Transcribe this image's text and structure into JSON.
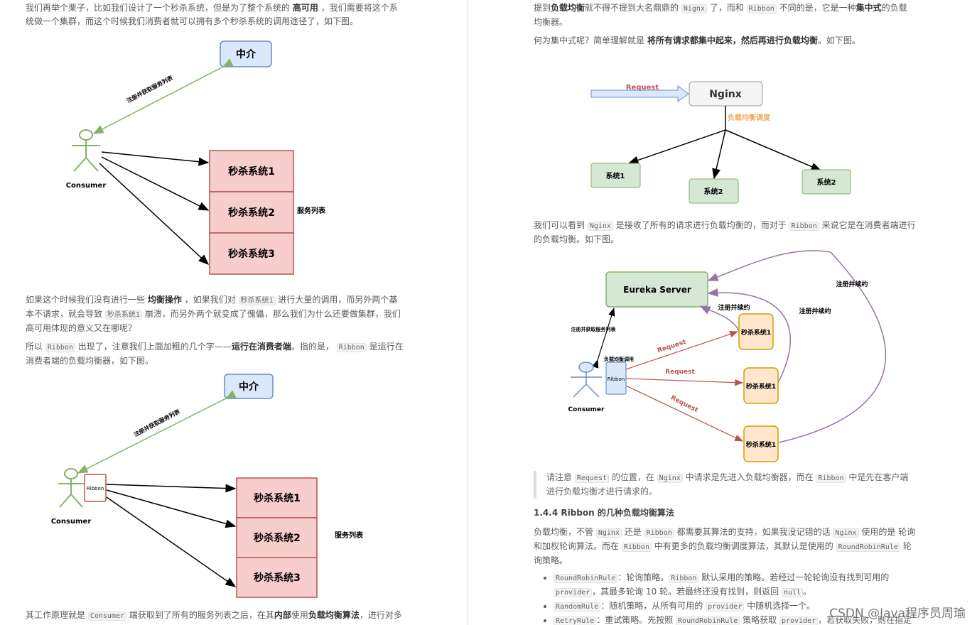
{
  "left": {
    "p1": {
      "t1": "我们再举个栗子，比如我们设计了一个秒杀系统，但是为了整个系统的",
      "b1": "高可用",
      "t2": "，我们需要将这个系统做一个集群，而这个时候我们消费者就可以拥有多个秒杀系统的调用途径了，如下图。"
    },
    "d1": {
      "broker": "中介",
      "arrow_label": "注册并获取服务列表",
      "consumer": "Consumer",
      "services": [
        "秒杀系统1",
        "秒杀系统2",
        "秒杀系统3"
      ],
      "list_label": "服务列表"
    },
    "p2": {
      "t1": "如果这个时候我们没有进行一些",
      "b1": "均衡操作",
      "t2": "，如果我们对",
      "c1": "秒杀系统1",
      "t3": "进行大量的调用，而另外两个基本不请求，就会导致",
      "c2": "秒杀系统1",
      "t4": "崩溃，而另外两个就变成了傀儡，那么我们为什么还要做集群，我们高可用体现的意义又在哪呢？"
    },
    "p3": {
      "t1": "所以",
      "c1": "Ribbon",
      "t2": "出现了，注意我们上面加粗的几个字——",
      "b1": "运行在消费者端",
      "t3": "。指的是，",
      "c2": "Ribbon",
      "t4": "是运行在消费者端的负载均衡器，如下图。"
    },
    "d2": {
      "broker": "中介",
      "arrow_label": "注册并获取服务列表",
      "consumer": "Consumer",
      "ribbon": "Ribbon",
      "services": [
        "秒杀系统1",
        "秒杀系统2",
        "秒杀系统3"
      ],
      "list_label": "服务列表"
    },
    "p4": {
      "t1": "其工作原理就是",
      "c1": "Consumer",
      "t2": "端获取到了所有的服务列表之后，在其",
      "b1": "内部",
      "t3": "使用",
      "b2": "负载均衡算法",
      "t4": "，进行对多"
    }
  },
  "right": {
    "p1": {
      "t1": "提到",
      "b1": "负载均衡",
      "t2": "就不得不提到大名鼎鼎的",
      "c1": "Nignx",
      "t3": "了，而和",
      "c2": "Ribbon",
      "t4": "不同的是，它是一种",
      "b2": "集中式",
      "t5": "的负载均衡器。"
    },
    "p2": {
      "t1": "何为集中式呢？简单理解就是",
      "b1": "将所有请求都集中起来，然后再进行负载均衡",
      "t2": "。如下图。"
    },
    "d3": {
      "request": "Request",
      "nginx": "Nginx",
      "lb_label": "负载均衡调度",
      "systems": [
        "系统1",
        "系统2",
        "系统2"
      ]
    },
    "p3": {
      "t1": "我们可以看到",
      "c1": "Nginx",
      "t2": "是接收了所有的请求进行负载均衡的，而对于",
      "c2": "Ribbon",
      "t3": "来说它是在消费者端进行的负载均衡。如下图。"
    },
    "d4": {
      "eureka": "Eureka Server",
      "renew": [
        "注册并续约",
        "注册并续约",
        "注册并续约"
      ],
      "fetch": "注册并获取服务列表",
      "lb_call": "负载均衡调用",
      "ribbon": "Ribbon",
      "consumer": "Consumer",
      "request": [
        "Request",
        "Request",
        "Request"
      ],
      "services": [
        "秒杀系统1",
        "秒杀系统1",
        "秒杀系统1"
      ]
    },
    "note": {
      "t1": "请注意",
      "c1": "Request",
      "t2": "的位置，在",
      "c2": "Nginx",
      "t3": "中请求是先进入负载均衡器，而在",
      "c3": "Ribbon",
      "t4": "中是先在客户端进行负载均衡才进行请求的。"
    },
    "heading": "1.4.4 Ribbon 的几种负载均衡算法",
    "p4": {
      "t1": "负载均衡，不管",
      "c1": "Nginx",
      "t2": "还是",
      "c2": "Ribbon",
      "t3": "都需要其算法的支持，如果我没记错的话",
      "c3": "Nginx",
      "t4": "使用的是 轮询和加权轮询算法。而在",
      "c4": "Ribbon",
      "t5": "中有更多的负载均衡调度算法，其默认是使用的",
      "c5": "RoundRobinRule",
      "t6": "轮询策略。"
    },
    "list": {
      "i1": {
        "c1": "RoundRobinRule",
        "t1": "：轮询策略。",
        "c2": "Ribbon",
        "t2": "默认采用的策略。若经过一轮轮询没有找到可用的",
        "c3": "provider",
        "t3": "，其最多轮询 10 轮。若最终还没有找到，则返回",
        "c4": "null",
        "t4": "。"
      },
      "i2": {
        "c1": "RandomRule",
        "t1": "：随机策略，从所有可用的",
        "c2": "provider",
        "t2": "中随机选择一个。"
      },
      "i3": {
        "c1": "RetryRule",
        "t1": "：重试策略。先按照",
        "c2": "RoundRobinRule",
        "t2": "策略获取",
        "c3": "provider",
        "t3": "，若获取失败，则在指定"
      }
    },
    "watermark": "CSDN @Java程序员周瑜"
  }
}
